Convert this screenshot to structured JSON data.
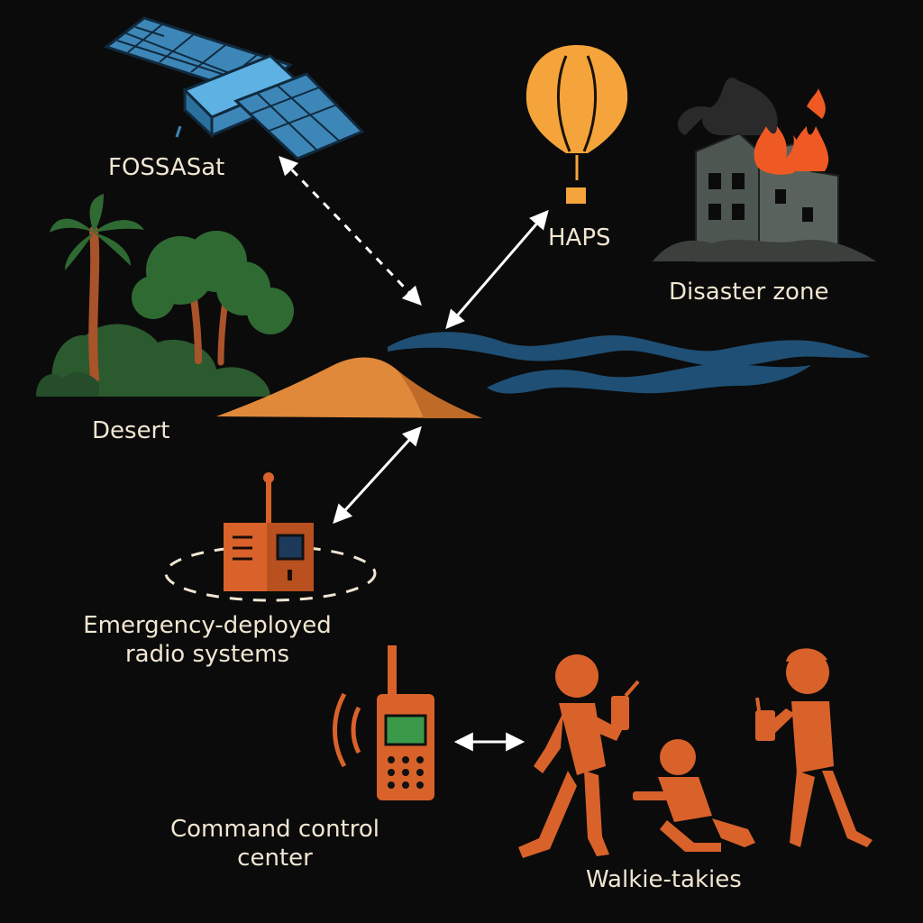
{
  "labels": {
    "fossasat": "FOSSASat",
    "haps": "HAPS",
    "disaster_zone": "Disaster zone",
    "desert": "Desert",
    "emergency_line1": "Emergency-deployed",
    "emergency_line2": "radio systems",
    "command_line1": "Command control",
    "command_line2": "center",
    "walkie": "Walkie-takies"
  },
  "colors": {
    "background": "#0b0b0b",
    "text": "#f1e6d2",
    "satellite": "#3d86b8",
    "balloon": "#f4a43a",
    "orange": "#d9622b",
    "fire": "#ef5a24",
    "ruins": "#4e5651",
    "palm_green": "#2f6a33",
    "tree_trunk": "#a9532a",
    "sand": "#e0893a",
    "water": "#1f4f74",
    "arrow": "#ffffff"
  },
  "icons": [
    "satellite-icon",
    "balloon-icon",
    "fire-icon",
    "ruined-building-icon",
    "palm-tree-icon",
    "sand-dune-icon",
    "water-waves-icon",
    "radio-unit-icon",
    "walkie-talkie-icon",
    "person-icon"
  ]
}
